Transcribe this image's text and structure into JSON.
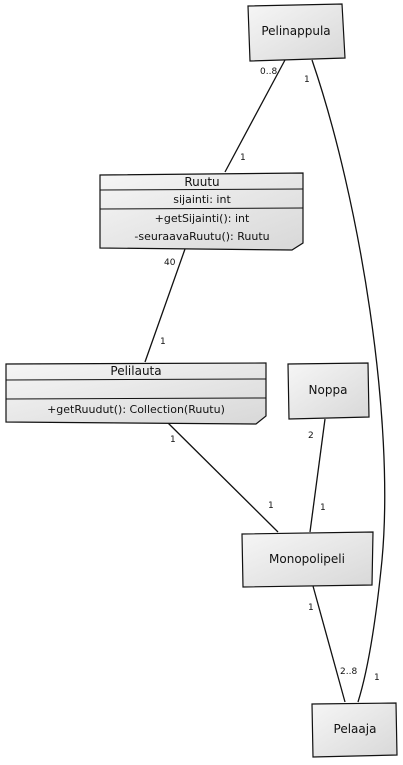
{
  "classes": {
    "pelinappula": {
      "name": "Pelinappula"
    },
    "ruutu": {
      "name": "Ruutu",
      "attributes": [
        "sijainti: int"
      ],
      "operations": [
        "+getSijainti(): int",
        "-seuraavaRuutu(): Ruutu"
      ]
    },
    "pelilauta": {
      "name": "Pelilauta",
      "attributes": [],
      "operations": [
        "+getRuudut(): Collection(Ruutu)"
      ]
    },
    "noppa": {
      "name": "Noppa"
    },
    "monopolipeli": {
      "name": "Monopolipeli"
    },
    "pelaaja": {
      "name": "Pelaaja"
    }
  },
  "associations": {
    "pelinappula_ruutu": {
      "a": "0..8",
      "b": "1"
    },
    "pelinappula_pelaaja": {
      "a": "1",
      "b": "1"
    },
    "ruutu_pelilauta": {
      "a": "40",
      "b": "1"
    },
    "pelilauta_monopolipeli": {
      "a": "1",
      "b": "1"
    },
    "noppa_monopolipeli": {
      "a": "2",
      "b": "1"
    },
    "monopolipeli_pelaaja": {
      "a": "1",
      "b": "2..8"
    }
  },
  "colors": {
    "box_fill": "#ececec",
    "box_shade": "#cfcfcf",
    "line": "#111111"
  }
}
